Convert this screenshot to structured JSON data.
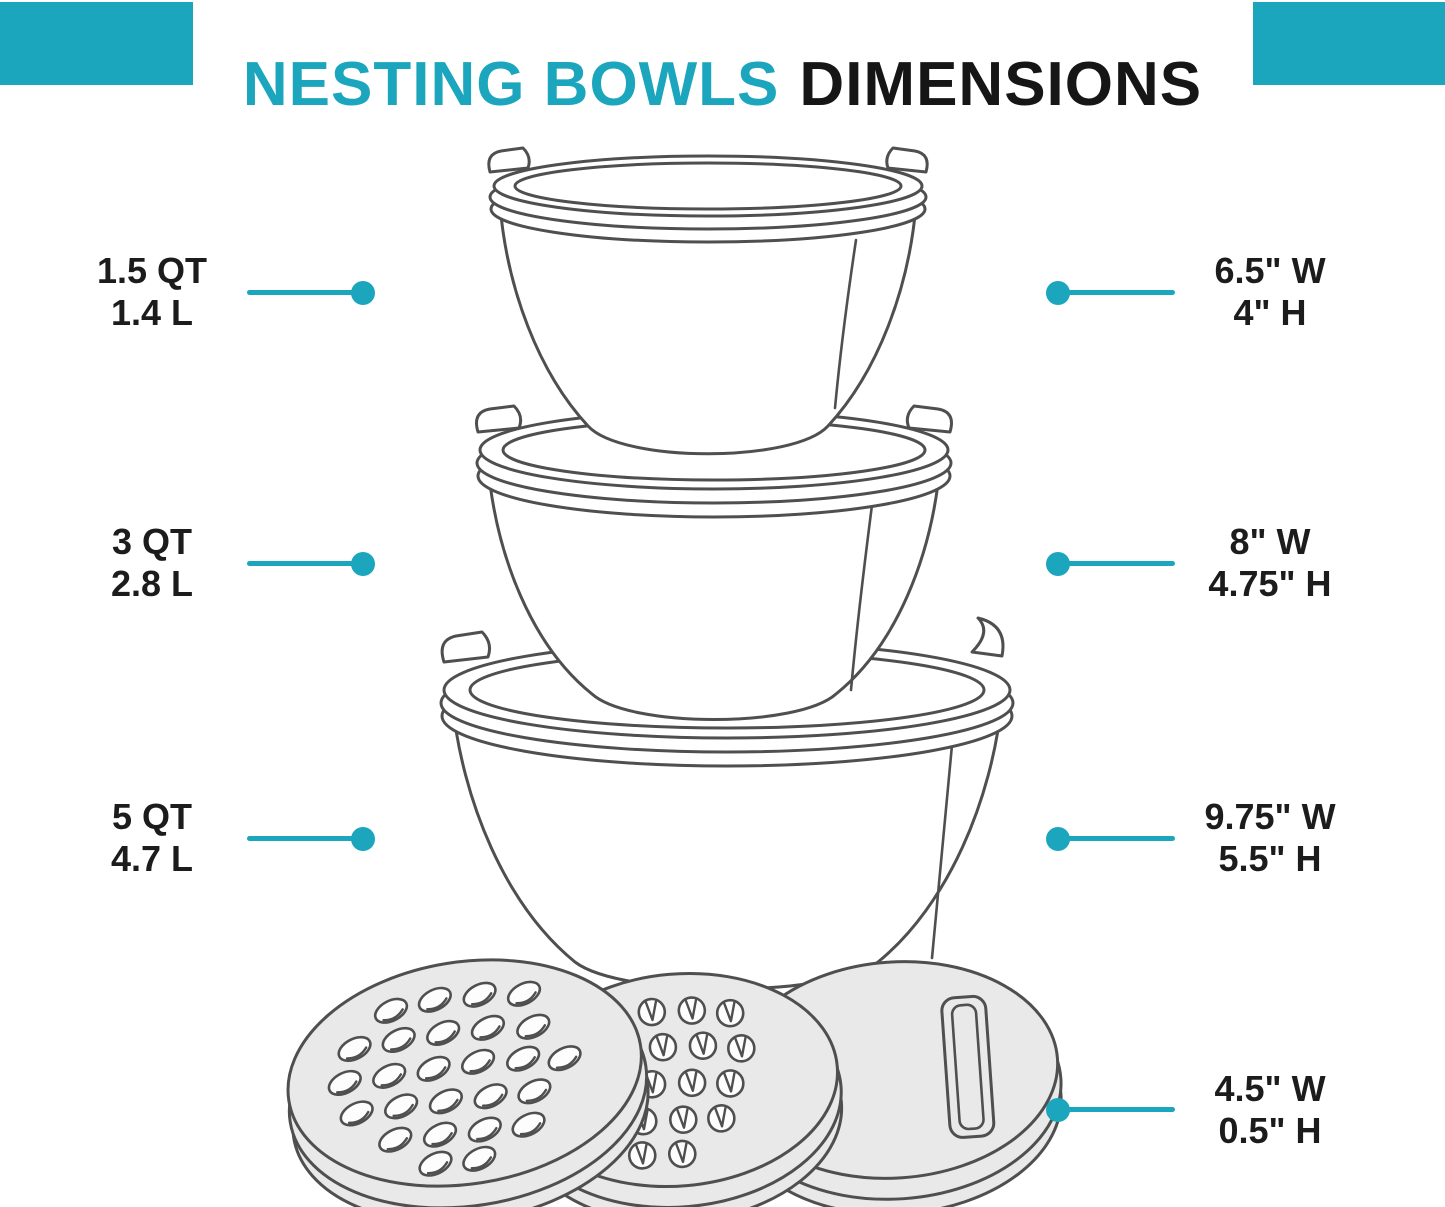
{
  "title": {
    "highlight": "NESTING BOWLS",
    "rest": "DIMENSIONS"
  },
  "colors": {
    "accent": "#1BA6BE",
    "title_text": "#161616",
    "label_text": "#1c1c1c",
    "line_art_stroke": "#4F4F4F",
    "disc_fill": "#E9E9E9"
  },
  "bowls": [
    {
      "name": "small bowl",
      "capacity_qt": "1.5 QT",
      "capacity_l": "1.4 L",
      "width_in": "6.5\" W",
      "height_in": "4\" H"
    },
    {
      "name": "medium bowl",
      "capacity_qt": "3 QT",
      "capacity_l": "2.8 L",
      "width_in": "8\" W",
      "height_in": "4.75\" H"
    },
    {
      "name": "large bowl",
      "capacity_qt": "5 QT",
      "capacity_l": "4.7 L",
      "width_in": "9.75\" W",
      "height_in": "5.5\" H"
    }
  ],
  "lid": {
    "name": "lid with graters",
    "width_in": "4.5\" W",
    "height_in": "0.5\" H"
  }
}
